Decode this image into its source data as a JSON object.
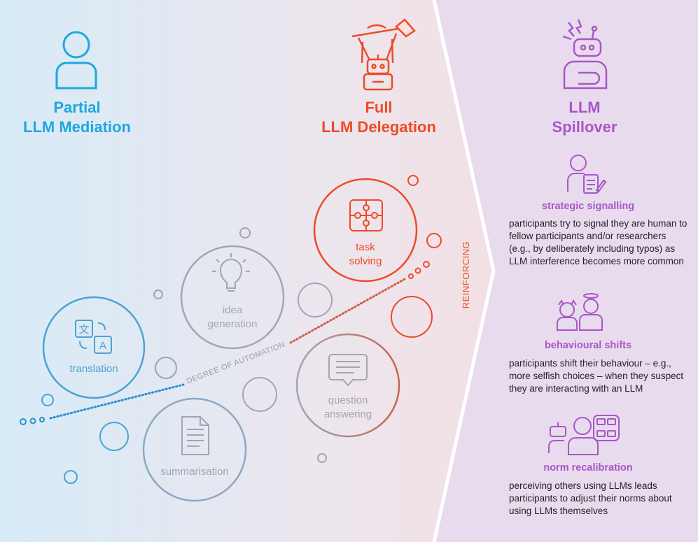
{
  "headings": {
    "partial": {
      "line1": "Partial",
      "line2": "LLM Mediation",
      "icon": "person-icon"
    },
    "full": {
      "line1": "Full",
      "line2": "LLM Delegation",
      "icon": "puppet-robot-icon"
    },
    "spillover": {
      "line1": "LLM",
      "line2": "Spillover",
      "icon": "robot-head-person-icon"
    }
  },
  "tasks": [
    {
      "name": "translation",
      "lines": [
        "translation"
      ],
      "icon": "translate-icon"
    },
    {
      "name": "summarisation",
      "lines": [
        "summarisation"
      ],
      "icon": "document-icon"
    },
    {
      "name": "idea-generation",
      "lines": [
        "idea",
        "generation"
      ],
      "icon": "lightbulb-icon"
    },
    {
      "name": "question-answering",
      "lines": [
        "question",
        "answering"
      ],
      "icon": "speech-bubble-icon"
    },
    {
      "name": "task-solving",
      "lines": [
        "task",
        "solving"
      ],
      "icon": "puzzle-icon"
    }
  ],
  "axis_label": "DEGREE OF AUTOMATION",
  "reinforcing_label": "REINFORCING",
  "spillover_categories": [
    {
      "title": "strategic signalling",
      "description": "participants try to signal they are human to fellow participants and/or researchers (e.g., by deliberately including typos) as LLM interference becomes more common",
      "icon": "person-writing-icon"
    },
    {
      "title": "behavioural shifts",
      "description": "participants shift their behaviour – e.g., more selfish choices – when they suspect they are interacting with an LLM",
      "icon": "devil-angel-icon"
    },
    {
      "title": "norm recalibration",
      "description": "perceiving others using LLMs leads participants to adjust their norms about using LLMs themselves",
      "icon": "people-robots-icon"
    }
  ],
  "colors": {
    "blue": "#1ea7df",
    "red": "#ee4b27",
    "purple": "#a857c6",
    "gray": "#a2a6b2"
  }
}
